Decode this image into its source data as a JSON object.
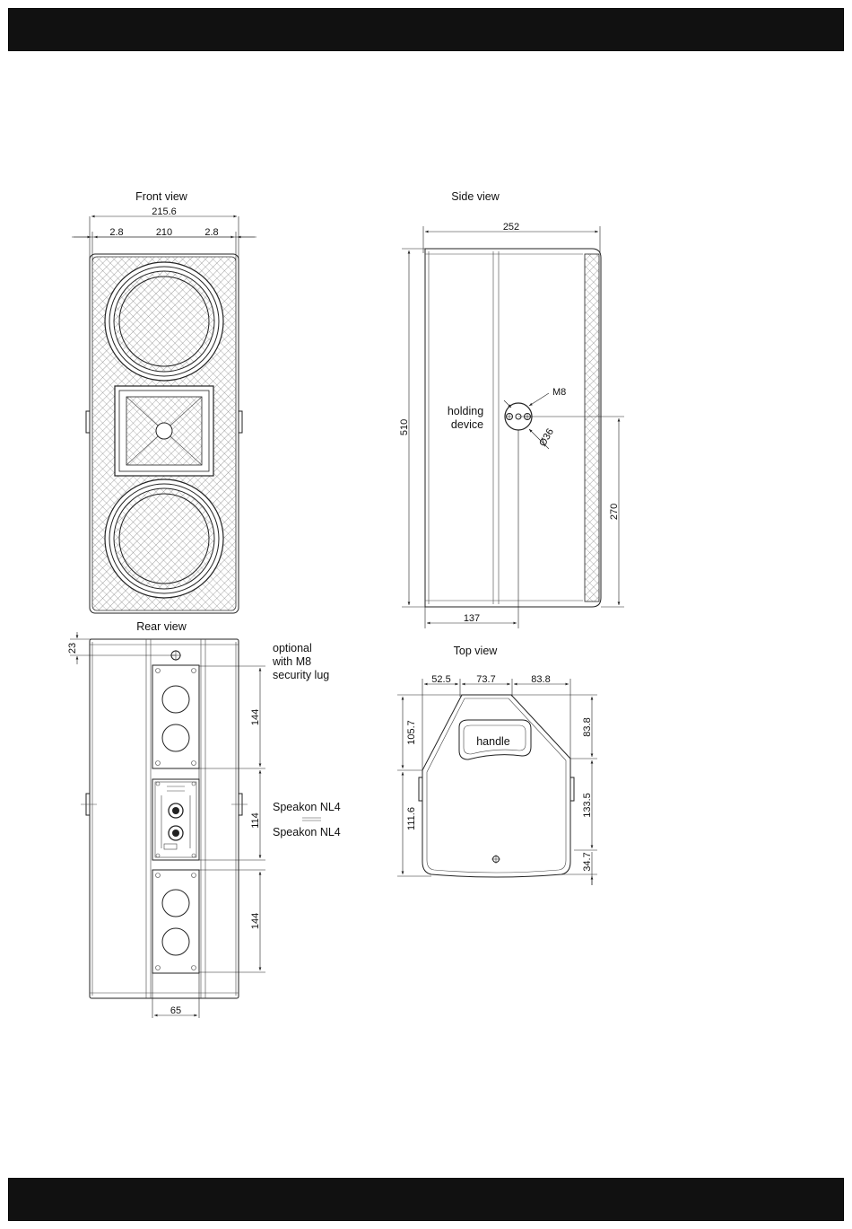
{
  "views": {
    "front": {
      "title": "Front view",
      "dim_overall": "215.6",
      "dim_left": "2.8",
      "dim_center": "210",
      "dim_right": "2.8"
    },
    "side": {
      "title": "Side view",
      "dim_depth": "252",
      "dim_height": "510",
      "dim_mount_height": "270",
      "dim_mount_depth": "137",
      "holding_line1": "holding",
      "holding_line2": "device",
      "thread": "M8",
      "diameter": "Ø36"
    },
    "rear": {
      "title": "Rear view",
      "dim_top": "23",
      "dim_panel1": "144",
      "dim_connector": "114",
      "dim_panel2": "144",
      "dim_width": "65",
      "lug_line1": "optional",
      "lug_line2": "with M8",
      "lug_line3": "security lug",
      "connector1": "Speakon NL4",
      "connector2": "Speakon NL4"
    },
    "top": {
      "title": "Top view",
      "dim_a": "52.5",
      "dim_b": "73.7",
      "dim_c": "83.8",
      "dim_left_upper": "105.7",
      "dim_left_lower": "111.6",
      "dim_right_upper": "83.8",
      "dim_right_mid": "133.5",
      "dim_right_lower": "34.7",
      "handle": "handle"
    }
  },
  "colors": {
    "bars": "#111111",
    "lines": "#222222"
  }
}
